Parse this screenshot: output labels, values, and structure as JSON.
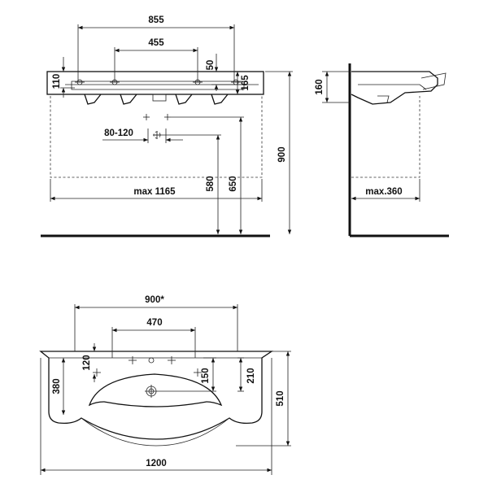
{
  "front_view": {
    "dims": {
      "overall_top_width": "855",
      "tap_hole_spacing": "455",
      "offset_50": "50",
      "rim_height": "110",
      "basin_depth": "165",
      "waste_spacing": "80-120",
      "max_width": "max 1165",
      "height_580": "580",
      "height_650": "650",
      "height_900": "900"
    }
  },
  "side_view": {
    "dims": {
      "depth_160": "160",
      "max_projection": "max.360"
    }
  },
  "top_view": {
    "dims": {
      "width_900": "900*",
      "tap_spacing": "470",
      "offset_120": "120",
      "offset_150": "150",
      "offset_210": "210",
      "depth_380": "380",
      "depth_510": "510",
      "overall_width": "1200"
    }
  }
}
